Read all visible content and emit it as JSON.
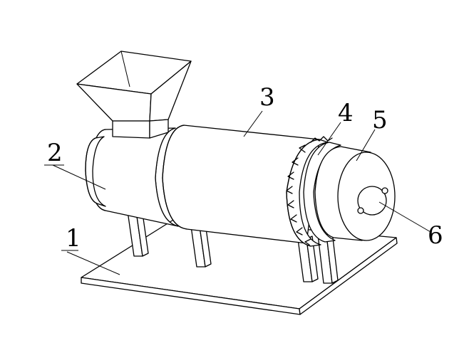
{
  "labels": {
    "base": "1",
    "feed_housing": "2",
    "drum": "3",
    "gear_ring": "4",
    "motor": "5",
    "shaft": "6"
  },
  "colors": {
    "line": "#000000",
    "background": "#ffffff"
  }
}
